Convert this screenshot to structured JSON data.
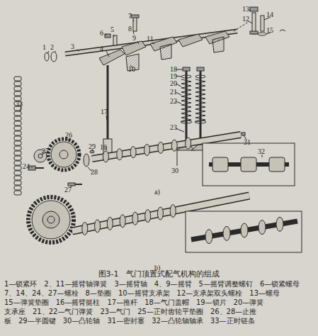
{
  "diagram": {
    "caption": "图3-1　气门顶置式配气机构的组成",
    "labels": [
      "1",
      "2",
      "3",
      "4",
      "5",
      "6",
      "7",
      "8",
      "9",
      "10",
      "11",
      "12",
      "13",
      "14",
      "15",
      "16",
      "17",
      "18",
      "19",
      "20",
      "21",
      "22",
      "23",
      "24",
      "25",
      "26",
      "27",
      "28",
      "29",
      "30",
      "31",
      "32",
      "33",
      "a)",
      "b)",
      "1—锁紧环　2、11—摇臂轴弹簧　3—摇臂轴　4、9—摇臂　5—摇臂调整螺钉　6—锁紧螺母",
      "7、14、24、27—螺栓　8—垫圈　10—摇臂支承架　12—支承架双头螺栓　13—螺母",
      "15—弹簧垫圈　16—摇臂挺柱　17—推杆　18—气门盖帽　19—锁片　20—弹簧",
      "支承座　21、22—气门弹簧　23—气门　25—正时齿轮平垫圈　26、28—止推",
      "板　29—半圆键　30—凸轮轴　31—密封塞　32—凸轮轴轴承　33—正时链条"
    ]
  }
}
